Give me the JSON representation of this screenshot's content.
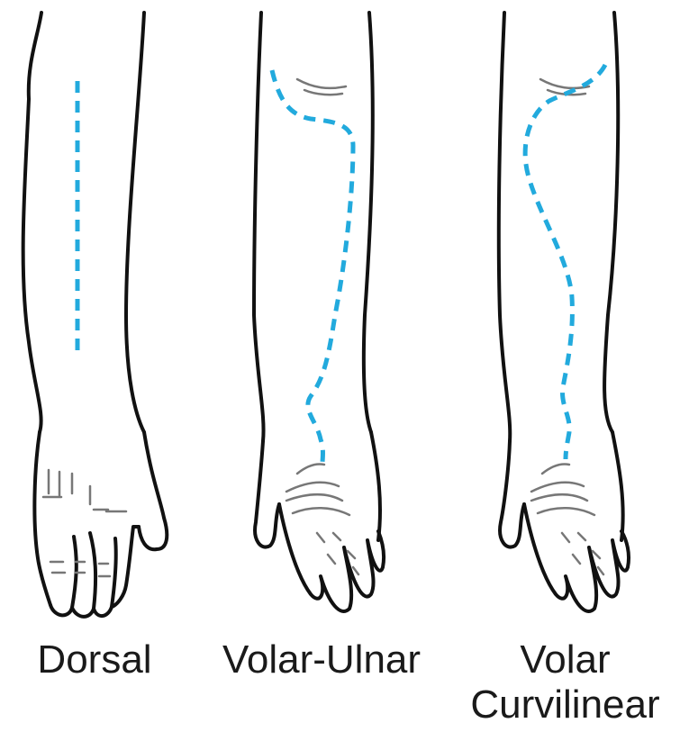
{
  "colors": {
    "outline": "#111111",
    "crease": "#777777",
    "incision": "#22aadd",
    "background": "#ffffff"
  },
  "panels": [
    {
      "view": "dorsal",
      "label": "Dorsal",
      "incision_style": "straight dashed line"
    },
    {
      "view": "volar-ulnar",
      "label": "Volar-Ulnar",
      "incision_style": "curved dashed line"
    },
    {
      "view": "volar-curvilinear",
      "label_lines": [
        "Volar",
        "Curvilinear"
      ],
      "incision_style": "curved dashed line"
    }
  ]
}
